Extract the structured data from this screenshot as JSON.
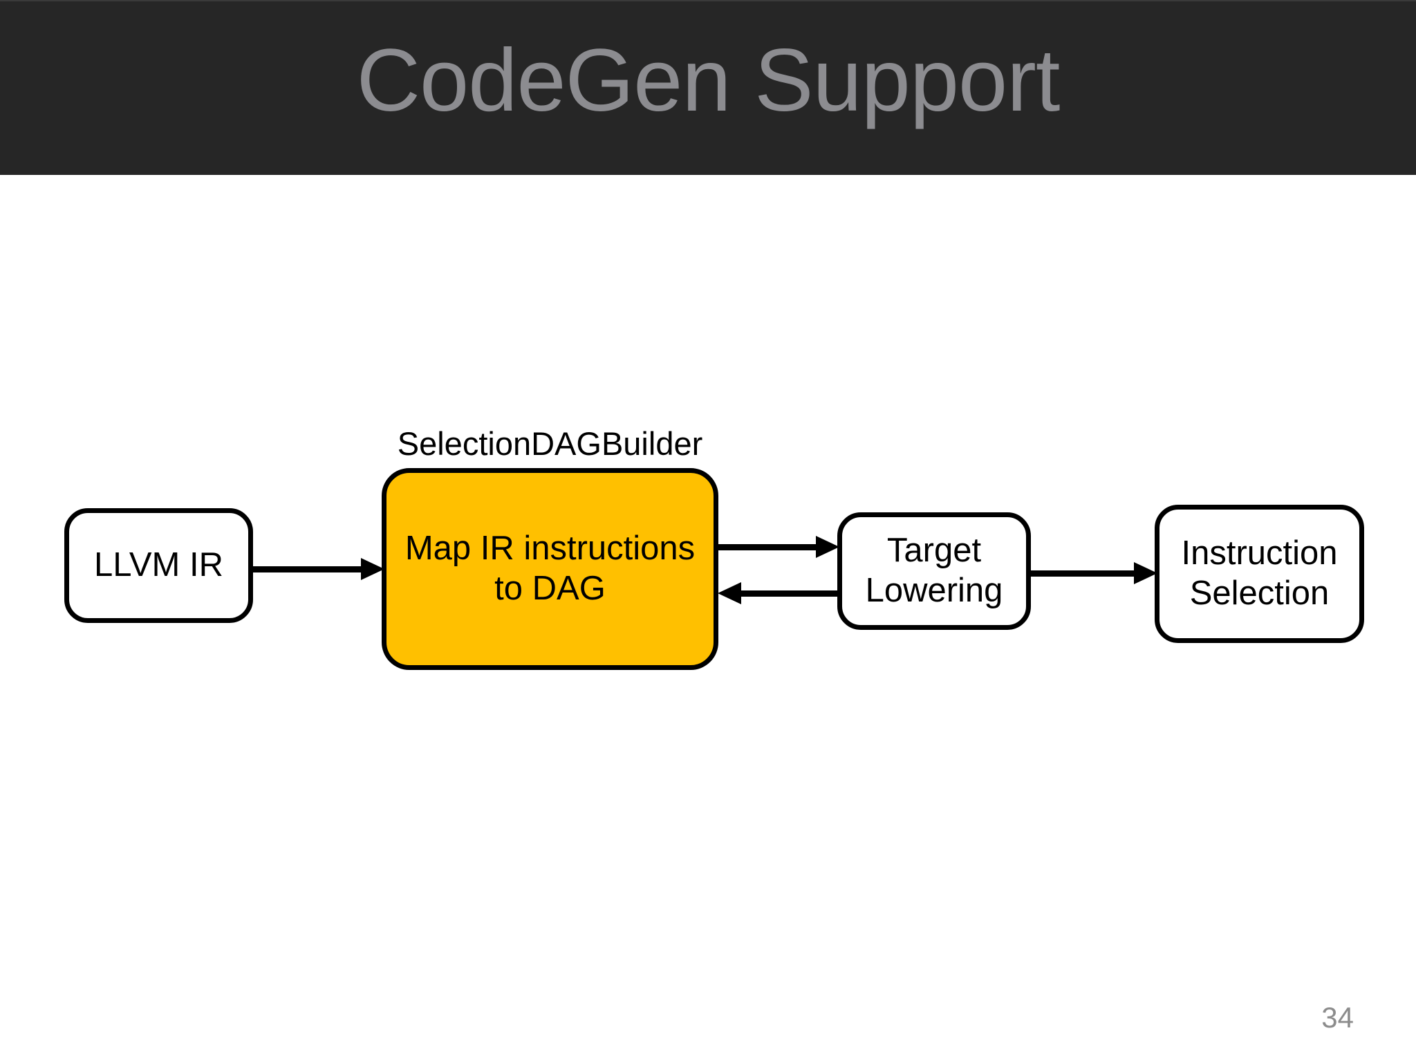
{
  "slide": {
    "title": "CodeGen Support",
    "page_number": "34",
    "colors": {
      "title_band_background": "#262626",
      "title_text": "#8C8C90",
      "slide_background": "#FFFFFF",
      "highlight_node_fill": "#FFC000",
      "node_stroke": "#000000",
      "node_fill": "#FFFFFF",
      "page_number_text": "#8C8C8C"
    }
  },
  "diagram": {
    "type": "flowchart",
    "caption": "SelectionDAGBuilder",
    "nodes": [
      {
        "id": "llvm-ir",
        "label": "LLVM IR",
        "fill": "#FFFFFF"
      },
      {
        "id": "selectiondag",
        "label": "Map IR instructions to DAG",
        "line1": "Map IR instructions",
        "line2": "to DAG",
        "fill": "#FFC000"
      },
      {
        "id": "target-lowering",
        "label": "Target Lowering",
        "line1": "Target",
        "line2": "Lowering",
        "fill": "#FFFFFF"
      },
      {
        "id": "instruction-selection",
        "label": "Instruction Selection",
        "line1": "Instruction",
        "line2": "Selection",
        "fill": "#FFFFFF"
      }
    ],
    "edges": [
      {
        "from": "llvm-ir",
        "to": "selectiondag",
        "direction": "right"
      },
      {
        "from": "selectiondag",
        "to": "target-lowering",
        "direction": "right"
      },
      {
        "from": "target-lowering",
        "to": "selectiondag",
        "direction": "left"
      },
      {
        "from": "target-lowering",
        "to": "instruction-selection",
        "direction": "right"
      }
    ]
  }
}
